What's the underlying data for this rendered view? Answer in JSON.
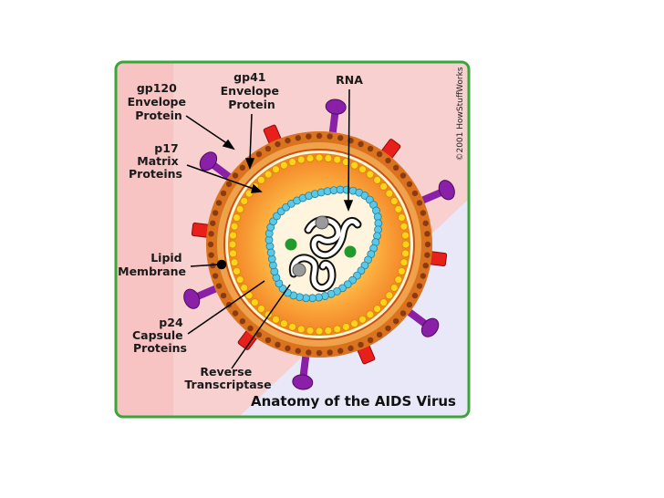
{
  "labels": {
    "gp120": [
      "gp120",
      "Envelope",
      "Protein"
    ],
    "gp41": [
      "gp41",
      "Envelope",
      "Protein"
    ],
    "rna": [
      "RNA"
    ],
    "p17": [
      "p17",
      "Matrix",
      "Proteins"
    ],
    "lipid": [
      "Lipid",
      "Membrane"
    ],
    "p24": [
      "p24",
      "Capsule",
      "Proteins"
    ],
    "rt": [
      "Reverse",
      "Transcriptase"
    ]
  },
  "title": "Anatomy of the AIDS Virus",
  "credit": "©2001 HowStuffWorks",
  "colors": {
    "frame": "#3aa63a",
    "bg_pink": "#f7c3c3",
    "bg_lavender": "#e2e2f7",
    "outer_ring": "#d9731f",
    "membrane_band": "#f0a24a",
    "matrix_dot": "#ffd21e",
    "capsid_dot": "#5bc8e6",
    "core_fill": "#fff4dd",
    "spike_red": "#e8201b",
    "spike_purple": "#8a1fa8",
    "enzyme_green": "#1f9a2b",
    "enzyme_gray": "#9a9a9a"
  }
}
